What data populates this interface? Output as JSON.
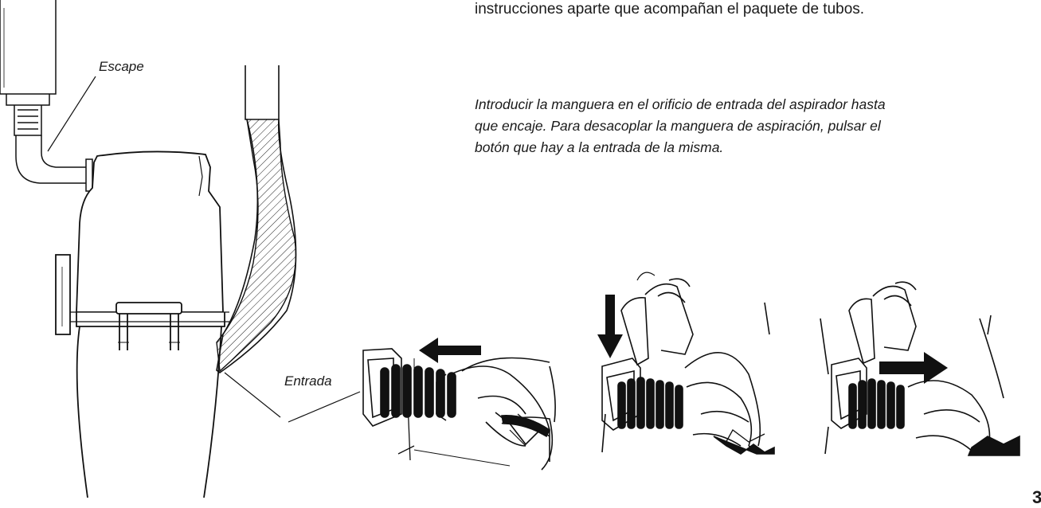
{
  "intro_text_line": "instrucciones aparte que acompañan el paquete de tubos.",
  "instruction_lines": [
    "Introducir la manguera en el orificio de entrada del aspirador hasta",
    "que encaje. Para desacoplar la manguera de aspiración, pulsar el",
    "botón que hay a la entrada de la misma."
  ],
  "labels": {
    "exhaust": "Escape",
    "inlet": "Entrada"
  },
  "page_number": "3",
  "step_icons": [
    "arrow-left-icon",
    "arrow-down-icon",
    "arrow-right-icon"
  ]
}
